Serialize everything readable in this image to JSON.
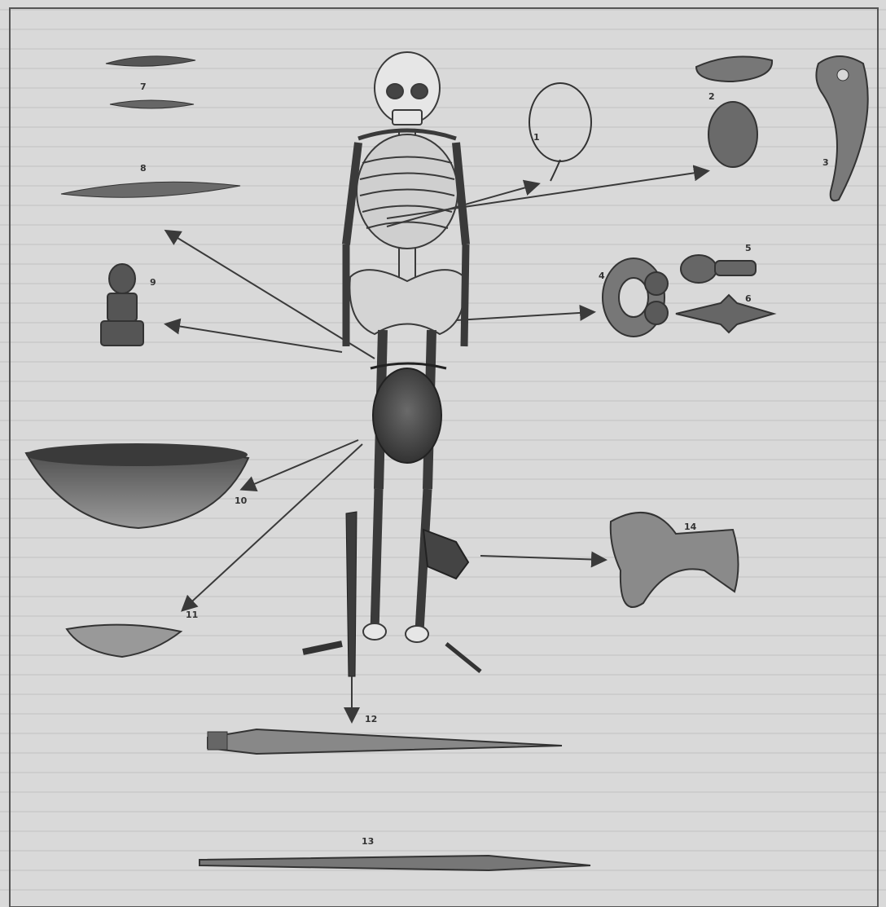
{
  "figure": {
    "labels": {
      "n1": "1",
      "n2": "2",
      "n3": "3",
      "n4": "4",
      "n5": "5",
      "n6": "6",
      "n7": "7",
      "n8": "8",
      "n9": "9",
      "n10": "10",
      "n11": "11",
      "n12": "12",
      "n13": "13",
      "n14": "14"
    },
    "colors": {
      "paper": "#d8d8d8",
      "ink": "#3a3a3a",
      "dark_fill": "#555555",
      "mid_fill": "#7a7a7a",
      "light_fill": "#a9a9a9",
      "bone": "#e4e4e4"
    }
  }
}
